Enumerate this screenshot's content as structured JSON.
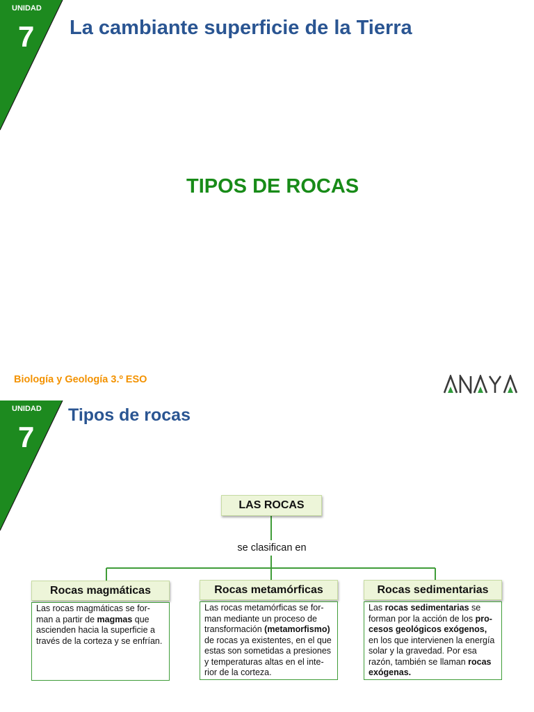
{
  "colors": {
    "badge_green": "#1d8a1f",
    "title_blue": "#2a5592",
    "heading_green": "#188b18",
    "footer_orange": "#f39200",
    "connector_green": "#3f9c38",
    "box_fill": "#edf5d9",
    "box_border_green": "#3f9c38",
    "logo_gray": "#3a3a3a",
    "logo_green": "#2e9b3a"
  },
  "slides": [
    {
      "unit_label": "UNIDAD",
      "unit_number": "7",
      "title": "La cambiante superficie de la Tierra",
      "heading": "TIPOS DE ROCAS",
      "footer": "Biología y Geología 3.º ESO",
      "logo_text": "ANAYA"
    },
    {
      "unit_label": "UNIDAD",
      "unit_number": "7",
      "title": "Tipos de rocas",
      "diagram": {
        "root": "LAS ROCAS",
        "connector_label": "se clasifican en",
        "categories": [
          {
            "name": "Rocas magmáticas",
            "lines": [
              [
                "Las rocas magmáticas se for-"
              ],
              [
                "man a partir de ",
                "magmas",
                " que"
              ],
              [
                "ascienden hacia la superficie a"
              ],
              [
                "través de la corteza y se enfrían."
              ]
            ]
          },
          {
            "name": "Rocas metamórficas",
            "lines": [
              [
                "Las rocas metamórficas se for-"
              ],
              [
                "man mediante un proceso de"
              ],
              [
                "transformación ",
                "(metamorfismo)"
              ],
              [
                "de rocas ya existentes, en el que"
              ],
              [
                "estas son sometidas a presiones"
              ],
              [
                "y temperaturas altas en el inte-"
              ],
              [
                "rior de la corteza."
              ]
            ]
          },
          {
            "name": "Rocas sedimentarias",
            "lines": [
              [
                "Las ",
                "rocas sedimentarias",
                " se"
              ],
              [
                "forman por la acción de los ",
                "pro-"
              ],
              [
                "cesos geológicos exógenos,"
              ],
              [
                "en los que intervienen la energía"
              ],
              [
                "solar y la gravedad. Por esa"
              ],
              [
                "razón, también se llaman ",
                "rocas"
              ],
              [
                "exógenas."
              ]
            ]
          }
        ]
      }
    }
  ]
}
